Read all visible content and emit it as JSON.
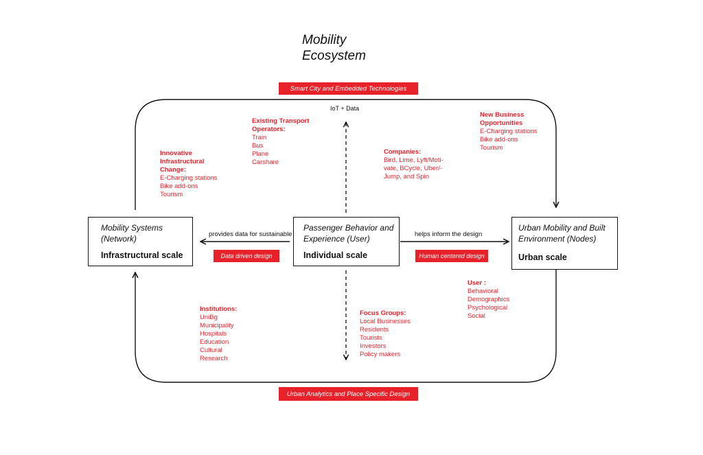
{
  "title_lines": [
    "Mobility",
    "Ecosystem"
  ],
  "banners": {
    "top": "Smart City and Embedded Technologies",
    "bottom": "Urban Analytics  and Place Specific  Design"
  },
  "iot_label": "IoT + Data",
  "nodes": {
    "left": {
      "title": [
        "Mobility Systems",
        "(Network)"
      ],
      "scale": "Infrastructural scale"
    },
    "center": {
      "title": [
        "Passenger Behavior and",
        "Experience  (User)"
      ],
      "scale": "Individual scale"
    },
    "right": {
      "title": [
        "Urban Mobility and Built",
        "Environment (Nodes)"
      ],
      "scale": "Urban scale"
    }
  },
  "edges": {
    "left_label": "provides data for sustainable",
    "left_tag": "Data driven design",
    "right_label": "helps inform the design",
    "right_tag": "Human centered design"
  },
  "groups": {
    "innovative": {
      "title": [
        "Innovative",
        "Infrastructural",
        "Change:"
      ],
      "items": [
        "E-Charging stations",
        "Bike add-ons",
        "Tourism"
      ]
    },
    "transport": {
      "title": [
        "Existing Transport",
        "Operators:"
      ],
      "items": [
        "Train",
        "Bus",
        "Plane",
        "Carshare"
      ]
    },
    "companies": {
      "title": [
        "Companies:"
      ],
      "items": [
        "Bird, Lime, Lyft/Moti-",
        "vate, BCycle, Uber/-",
        "Jump, and Spin"
      ]
    },
    "business": {
      "title": [
        "New Business",
        "Opportunities"
      ],
      "items": [
        "E-Charging stations",
        "Bike add-ons",
        "Tourism"
      ]
    },
    "institutions": {
      "title": [
        "Institutions:"
      ],
      "items": [
        "UniBg",
        "Municipality",
        "Hospitals",
        "Education",
        "Cultural",
        "Research"
      ]
    },
    "focus": {
      "title": [
        "Focus Groups:"
      ],
      "items": [
        "Local Businesses",
        "Residents",
        "Tourists",
        "Investors",
        "Policy makers"
      ]
    },
    "user": {
      "title": [
        "User :"
      ],
      "items": [
        "Behavioral",
        "Demographics",
        "Psychological",
        "Social"
      ]
    }
  },
  "colors": {
    "accent": "#e8222a",
    "ink": "#111111",
    "background": "#ffffff"
  }
}
